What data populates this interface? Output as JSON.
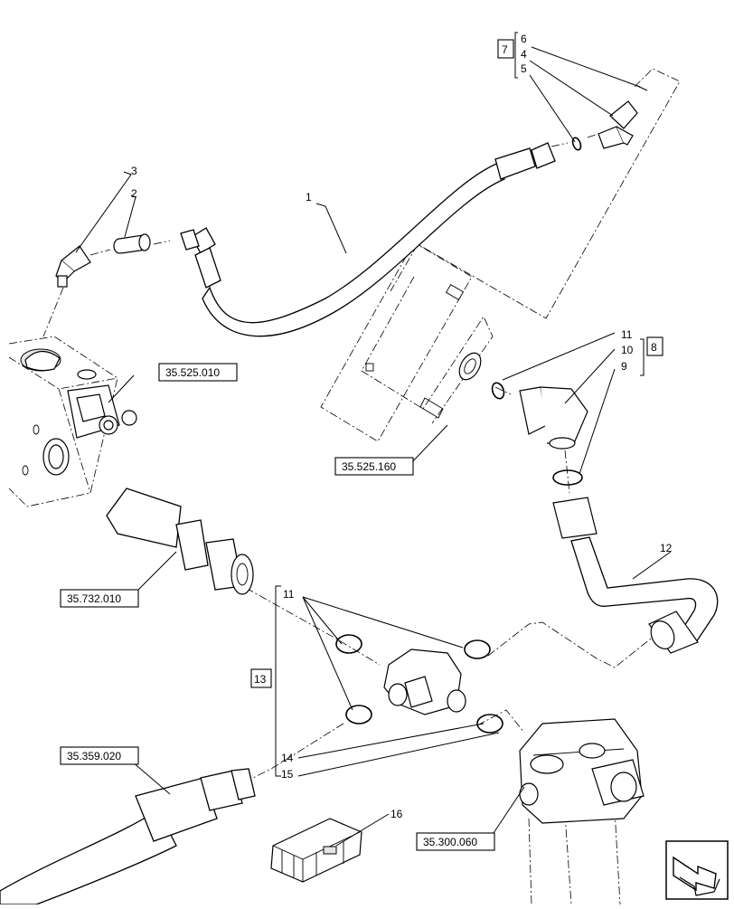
{
  "callouts": {
    "c1": "1",
    "c2": "2",
    "c3": "3",
    "c4": "4",
    "c5": "5",
    "c6": "6",
    "c7": "7",
    "c8": "8",
    "c9": "9",
    "c10": "10",
    "c11a": "11",
    "c11b": "11",
    "c12": "12",
    "c13": "13",
    "c14": "14",
    "c15": "15",
    "c16": "16"
  },
  "references": {
    "r_525_010": "35.525.010",
    "r_525_160": "35.525.160",
    "r_732_010": "35.732.010",
    "r_359_020": "35.359.020",
    "r_300_060": "35.300.060"
  },
  "nav_icon": "next-page-arrow-icon"
}
